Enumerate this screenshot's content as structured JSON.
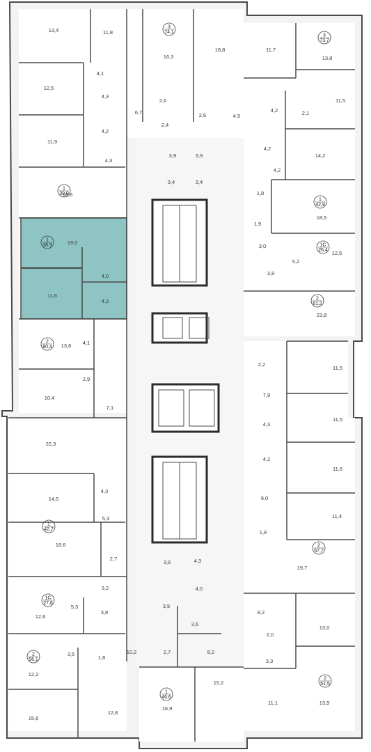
{
  "colors": {
    "wall": "#4a4a4a",
    "wall_fill": "#f2f2f2",
    "shaft": "#2b2b2b",
    "highlight": "#8ec5c4",
    "text": "#3a3a3a"
  },
  "highlighted_apartment": {
    "rooms": "1",
    "area": "38,9"
  },
  "apartments": [
    {
      "id": "a1",
      "rooms": "3",
      "area": "74,1"
    },
    {
      "id": "a2",
      "rooms": "3",
      "area": "73,7"
    },
    {
      "id": "a3",
      "rooms": "1",
      "area": "39,0"
    },
    {
      "id": "a4",
      "rooms": "1",
      "area": "42,9"
    },
    {
      "id": "a5",
      "rooms": "1",
      "area": "38,9"
    },
    {
      "id": "a6",
      "rooms": "1С",
      "area": "26,4"
    },
    {
      "id": "a7",
      "rooms": "2",
      "area": "61,2"
    },
    {
      "id": "a8",
      "rooms": "2",
      "area": "80,4"
    },
    {
      "id": "a9",
      "rooms": "1",
      "area": "42,7"
    },
    {
      "id": "a10",
      "rooms": "2",
      "area": "57,7"
    },
    {
      "id": "a11",
      "rooms": "1С",
      "area": "27,6"
    },
    {
      "id": "a12",
      "rooms": "2",
      "area": "56,1"
    },
    {
      "id": "a13",
      "rooms": "2",
      "area": "51,5"
    },
    {
      "id": "a14",
      "rooms": "1",
      "area": "46,6"
    }
  ],
  "rooms": [
    "13,4",
    "11,8",
    "16,3",
    "18,8",
    "11,7",
    "13,8",
    "4,1",
    "12,5",
    "4,3",
    "6,7",
    "2,6",
    "2,6",
    "4,5",
    "4,2",
    "2,1",
    "11,5",
    "4,2",
    "2,4",
    "11,9",
    "4,3",
    "3,9",
    "3,9",
    "4,2",
    "14,2",
    "4,2",
    "18,6",
    "3,4",
    "3,4",
    "1,8",
    "18,5",
    "1,9",
    "19,0",
    "3,0",
    "5,2",
    "12,5",
    "4,0",
    "3,8",
    "11,6",
    "4,3",
    "23,8",
    "13,6",
    "4,1",
    "2,2",
    "11,5",
    "2,9",
    "10,4",
    "7,9",
    "7,1",
    "4,3",
    "11,5",
    "22,3",
    "4,2",
    "11,6",
    "14,5",
    "4,3",
    "9,0",
    "5,3",
    "11,4",
    "1,8",
    "18,6",
    "2,7",
    "19,7",
    "3,9",
    "4,3",
    "3,2",
    "4,0",
    "5,3",
    "3,8",
    "3,5",
    "12,6",
    "8,2",
    "3,6",
    "2,0",
    "13,0",
    "10,2",
    "3,5",
    "1,8",
    "2,7",
    "8,2",
    "3,3",
    "12,2",
    "15,2",
    "11,1",
    "13,9",
    "16,9",
    "15,6",
    "12,8"
  ]
}
